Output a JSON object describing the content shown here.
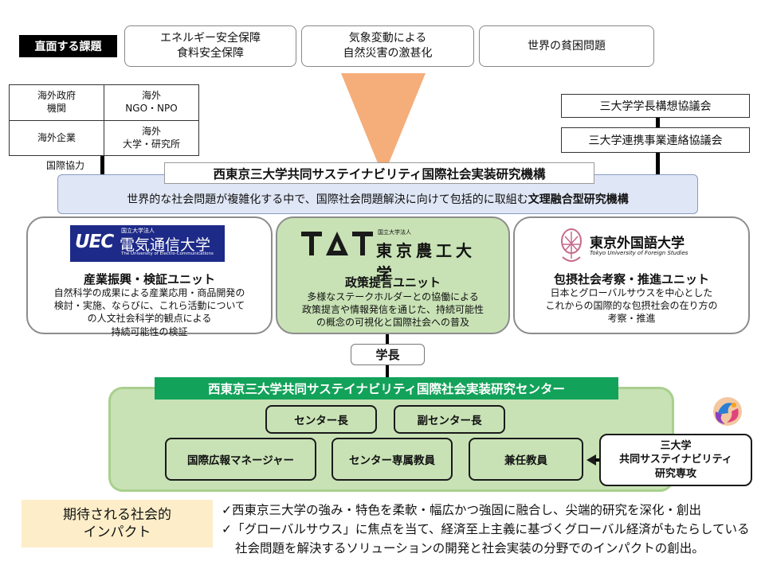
{
  "issues": {
    "tag": "直面する課題",
    "items": [
      {
        "line1": "エネルギー安全保障",
        "line2": "食料安全保障"
      },
      {
        "line1": "気象変動による",
        "line2": "自然災害の激甚化"
      },
      {
        "line1": "世界の貧困問題",
        "line2": ""
      }
    ]
  },
  "partners": {
    "gov": {
      "line1": "海外政府",
      "line2": "機関"
    },
    "ngo": {
      "line1": "海外",
      "line2": "NGO・NPO"
    },
    "company": {
      "line1": "海外企業",
      "line2": ""
    },
    "univ": {
      "line1": "海外",
      "line2": "大学・研究所"
    },
    "coop_label": "国際協力"
  },
  "councils": {
    "president_council": "三大学学長構想協議会",
    "liaison_council": "三大学連携事業連絡協議会"
  },
  "institute": {
    "title": "西東京三大学共同サステイナビリティ国際社会実装研究機構",
    "desc_prefix": "世界的な社会問題が複雑化する中で、国際社会問題解決に向けて包括的に取組む",
    "desc_bold": "文理融合型研究機構"
  },
  "units": [
    {
      "logo": {
        "small": "国立大学法人",
        "uec": "UEC",
        "name": "電気通信大学",
        "en": "The University of Electro-Communications"
      },
      "title": "産業振興・検証ユニット",
      "desc": [
        "自然科学の成果による産業応用・商品開発の",
        "検討・実施、ならびに、これら活動について",
        "の人文社会科学的観点による",
        "持続可能性の検証"
      ]
    },
    {
      "logo": {
        "small": "国立大学法人",
        "tat": "TAT",
        "name": "東京農工大学"
      },
      "title": "政策提言ユニット",
      "desc": [
        "多様なステークホルダーとの協働による",
        "政策提言や情報発信を通じた、持続可能性",
        "の概念の可視化と国際社会への普及"
      ]
    },
    {
      "logo": {
        "name": "東京外国語大学",
        "en": "Tokyo University of Foreign Studies"
      },
      "title": "包摂社会考察・推進ユニット",
      "desc": [
        "日本とグローバルサウスを中心とした",
        "これからの国際的な包摂社会の在り方の",
        "考察・推進"
      ]
    }
  ],
  "president": "学長",
  "center": {
    "title": "西東京三大学共同サステイナビリティ国際社会実装研究センター",
    "director": "センター長",
    "vice_director": "副センター長",
    "pr_manager": "国際広報マネージャー",
    "faculty": "センター専属教員",
    "concurrent": "兼任教員",
    "program": [
      "三大学",
      "共同サステイナビリティ",
      "研究専攻"
    ]
  },
  "impact": {
    "label_line1": "期待される社会的",
    "label_line2": "インパクト",
    "items": [
      "✓西東京三大学の強み・特色を柔軟・幅広かつ強固に融合し、尖端的研究を深化・創出",
      "✓「グローバルサウス」に焦点を当て、経済至上主義に基づくグローバル経済がもたらしている",
      "社会問題を解決するソリューションの開発と社会実装の分野でのインパクトの創出。"
    ]
  },
  "colors": {
    "triangle": "#f5ad7a",
    "institute_band": "#dfe6f5",
    "unit_green": "#c8e2b5",
    "center_green": "#13a25a",
    "uec_blue": "#1d2a88",
    "impact_bg": "#fdeec9"
  }
}
